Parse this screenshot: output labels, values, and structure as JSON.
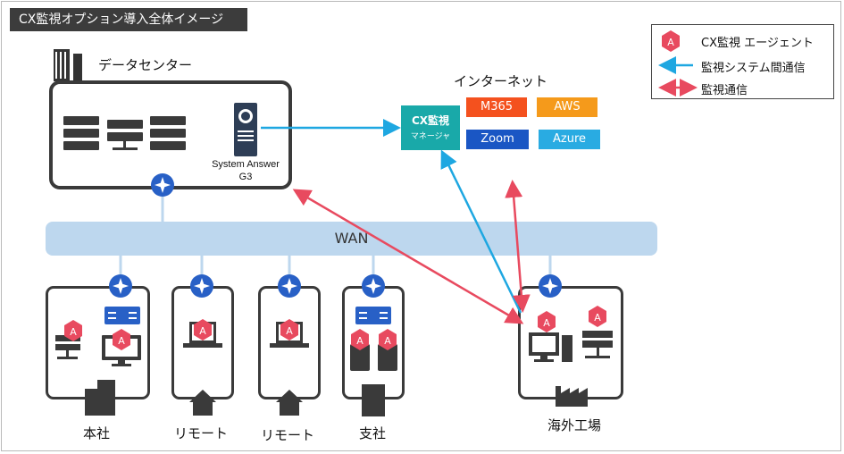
{
  "title": "CX監視オプション導入全体イメージ",
  "datacenter": {
    "label": "データセンター",
    "server_name_line1": "System Answer",
    "server_name_line2": "G3"
  },
  "internet": {
    "label": "インターネット"
  },
  "manager": {
    "line1": "CX監視",
    "line2": "マネージャ"
  },
  "services": [
    {
      "label": "M365",
      "color": "#f4511e"
    },
    {
      "label": "AWS",
      "color": "#f59a1b"
    },
    {
      "label": "Zoom",
      "color": "#1a56c4"
    },
    {
      "label": "Azure",
      "color": "#29abe2"
    }
  ],
  "wan": {
    "label": "WAN"
  },
  "sites": [
    {
      "label": "本社"
    },
    {
      "label": "リモート"
    },
    {
      "label": "リモート"
    },
    {
      "label": "支社"
    },
    {
      "label": "海外工場"
    }
  ],
  "legend": {
    "agent_icon": "A",
    "agent_label": "CX監視 エージェント",
    "blue_arrow_label": "監視システム間通信",
    "red_arrow_label": "監視通信"
  },
  "colors": {
    "agent": "#e84a5f",
    "blue_arrow": "#1ea7e1",
    "red_arrow": "#e84a5f",
    "router": "#2860c6",
    "manager": "#19a9a9"
  }
}
